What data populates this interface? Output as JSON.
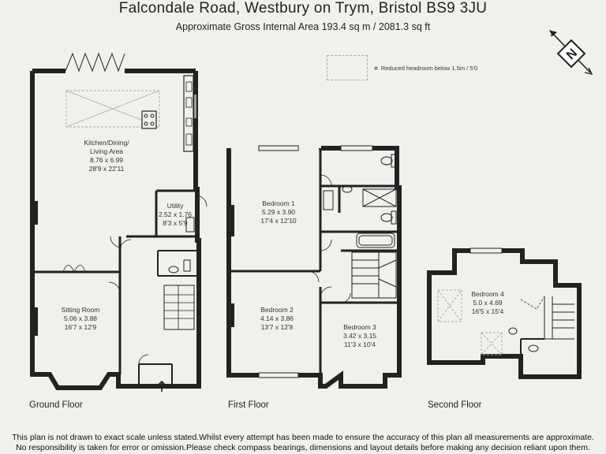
{
  "header": {
    "title": "Falcondale Road, Westbury on Trym, Bristol BS9 3JU",
    "subtitle": "Approximate Gross Internal Area 193.4 sq m / 2081.3 sq ft"
  },
  "legend": {
    "text": "Reduced headroom below 1.5m / 5'0"
  },
  "compass": {
    "label": "N"
  },
  "floors": {
    "ground": "Ground Floor",
    "first": "First Floor",
    "second": "Second Floor"
  },
  "rooms": {
    "kitchen": {
      "name1": "Kitchen/Dining/",
      "name2": "Living Area",
      "metric": "8.76 x 6.99",
      "imperial": "28'9 x 22'11"
    },
    "utility": {
      "name": "Utility",
      "metric": "2.52 x 1.76",
      "imperial": "8'3 x 5'9"
    },
    "sitting": {
      "name": "Sitting Room",
      "metric": "5.06 x 3.88",
      "imperial": "16'7 x 12'9"
    },
    "bedroom1": {
      "name": "Bedroom 1",
      "metric": "5.29 x 3.90",
      "imperial": "17'4 x 12'10"
    },
    "bedroom2": {
      "name": "Bedroom 2",
      "metric": "4.14 x 3.86",
      "imperial": "13'7 x 12'8"
    },
    "bedroom3": {
      "name": "Bedroom 3",
      "metric": "3.42 x 3.15",
      "imperial": "11'3 x 10'4"
    },
    "bedroom4": {
      "name": "Bedroom 4",
      "metric": "5.0 x 4.69",
      "imperial": "16'5 x 15'4"
    }
  },
  "disclaimer": {
    "line1": "This plan is not drawn to exact scale unless stated.Whilst every attempt has been made to ensure the accuracy of this plan all measurements are approximate.",
    "line2": "No responsibility is taken for error or omission.Please check compass bearings, dimensions and layout details before making any decision reliant upon them."
  }
}
